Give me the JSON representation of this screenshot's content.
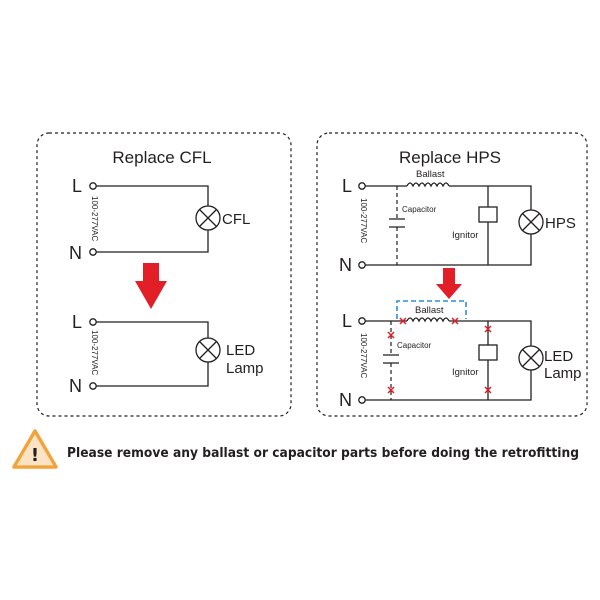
{
  "left_panel": {
    "title": "Replace CFL",
    "top_circuit": {
      "line": "L",
      "neutral": "N",
      "voltage": "100-277VAC",
      "lamp": "CFL"
    },
    "bottom_circuit": {
      "line": "L",
      "neutral": "N",
      "voltage": "100-277VAC",
      "lamp_line1": "LED",
      "lamp_line2": "Lamp"
    }
  },
  "right_panel": {
    "title": "Replace HPS",
    "top_circuit": {
      "line": "L",
      "neutral": "N",
      "voltage": "100-277VAC",
      "ballast": "Ballast",
      "capacitor": "Capacitor",
      "ignitor": "Ignitor",
      "lamp": "HPS"
    },
    "bottom_circuit": {
      "line": "L",
      "neutral": "N",
      "voltage": "100-277VAC",
      "ballast": "Ballast",
      "capacitor": "Capacitor",
      "ignitor": "Ignitor",
      "lamp_line1": "LED",
      "lamp_line2": "Lamp"
    }
  },
  "warning": {
    "icon": "warning-triangle-icon",
    "symbol": "!",
    "text": "Please remove any ballast or capacitor parts before doing the retrofitting"
  },
  "colors": {
    "arrow": "#e21f26",
    "cross_mark": "#e0202a",
    "bypass_highlight": "#2e8fd8",
    "warning_icon": "#f2a33a"
  }
}
